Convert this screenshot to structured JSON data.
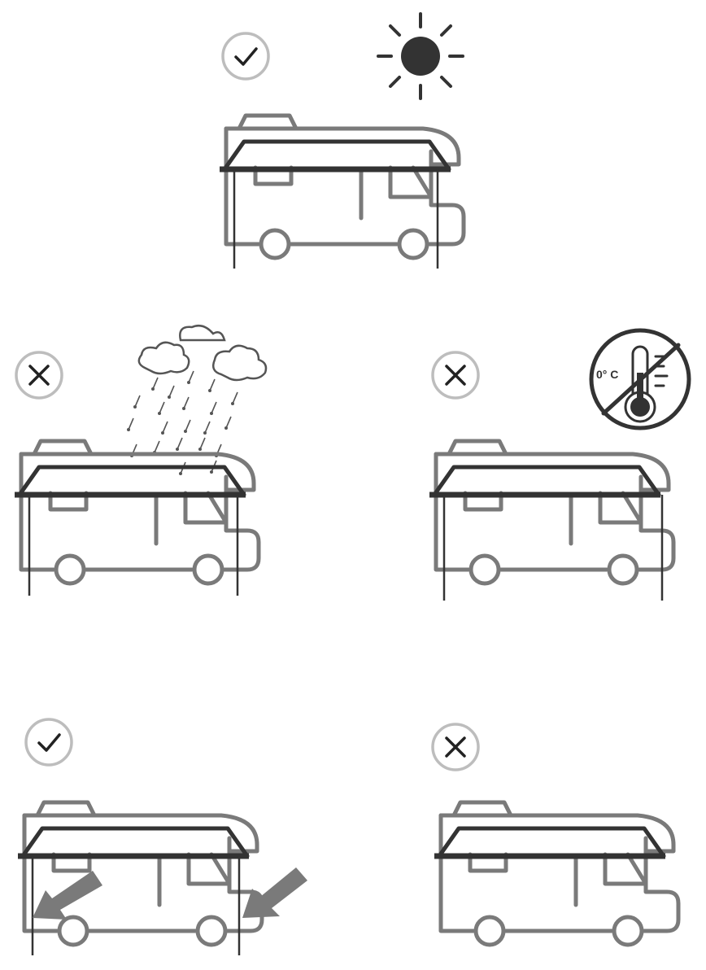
{
  "scenes": [
    {
      "id": "sunny",
      "status": "ok",
      "condition_icon": "sun-icon"
    },
    {
      "id": "rain",
      "status": "not-ok",
      "condition_icon": "rain-cloud-icon"
    },
    {
      "id": "freezing",
      "status": "not-ok",
      "condition_icon": "no-frost-thermometer-icon",
      "temperature_label": "0° C"
    },
    {
      "id": "legs-angled",
      "status": "ok",
      "condition_icon": "arrow-icon"
    },
    {
      "id": "no-legs",
      "status": "not-ok"
    }
  ],
  "colors": {
    "vehicle": "#7a7a7a",
    "awning": "#333333",
    "badge_ring": "#bdbdbd",
    "mark": "#222222"
  }
}
